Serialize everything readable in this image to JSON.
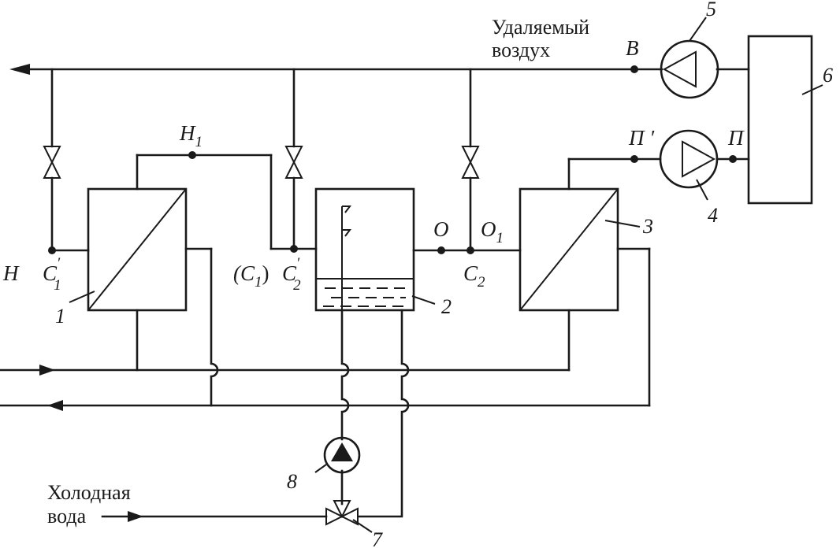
{
  "labels": {
    "exhaust_line1": "Удаляемый",
    "exhaust_line2": "воздух",
    "cold_water_line1": "Холодная",
    "cold_water_line2": "вода",
    "point_B": "B",
    "point_P_prime": "П ′",
    "point_P": "П",
    "point_H1_main": "H",
    "point_H1_sub": "1",
    "point_H": "H",
    "point_C1_prime_main": "C",
    "point_C1_prime_sup": "′",
    "point_C1_prime_sub": "1",
    "point_C1_paren_open": "(C",
    "point_C1_paren_sub": "1",
    "point_C1_paren_close": ")",
    "point_C2_prime_main": "C",
    "point_C2_prime_sup": "′",
    "point_C2_prime_sub": "2",
    "point_O": "O",
    "point_O1_main": "O",
    "point_O1_sub": "1",
    "point_C2_main": "C",
    "point_C2_sub": "2"
  },
  "component_numbers": {
    "heat_exchanger_1": "1",
    "humidifier_2": "2",
    "heat_exchanger_3": "3",
    "fan_supply_4": "4",
    "fan_exhaust_5": "5",
    "room_6": "6",
    "valve_7": "7",
    "pump_8": "8"
  }
}
